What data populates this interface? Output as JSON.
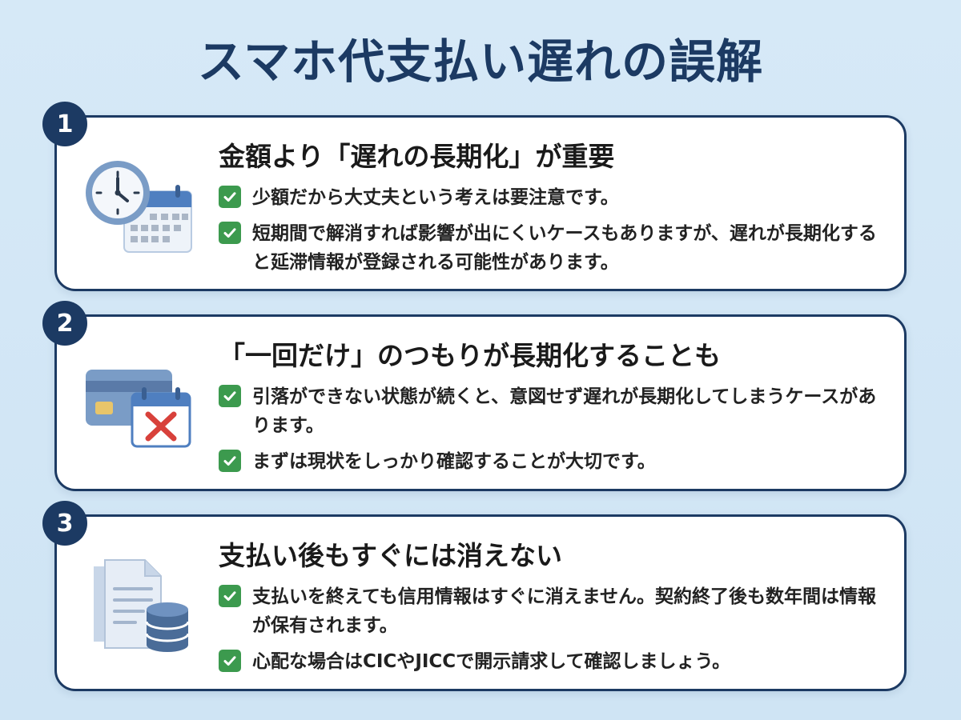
{
  "page": {
    "title": "スマホ代支払い遅れの誤解"
  },
  "cards": [
    {
      "number": "1",
      "icon": "clock-calendar-icon",
      "heading": "金額より「遅れの長期化」が重要",
      "items": [
        "少額だから大丈夫という考えは要注意です。",
        "短期間で解消すれば影響が出にくいケースもありますが、遅れが長期化すると延滞情報が登録される可能性があります。"
      ]
    },
    {
      "number": "2",
      "icon": "credit-card-calendar-x-icon",
      "heading": "「一回だけ」のつもりが長期化することも",
      "items": [
        "引落ができない状態が続くと、意図せず遅れが長期化してしまうケースがあります。",
        "まずは現状をしっかり確認することが大切です。"
      ]
    },
    {
      "number": "3",
      "icon": "documents-database-icon",
      "heading": "支払い後もすぐには消えない",
      "items": [
        "支払いを終えても信用情報はすぐに消えません。契約終了後も数年間は情報が保有されます。",
        "心配な場合はCICやJICCで開示請求して確認しましょう。"
      ]
    }
  ],
  "colors": {
    "navy": "#1c3a63",
    "check_green": "#3c9a4e",
    "background": "#d6e9f7",
    "illustration_blue": "#7a9cc6",
    "x_red": "#d8413b"
  }
}
